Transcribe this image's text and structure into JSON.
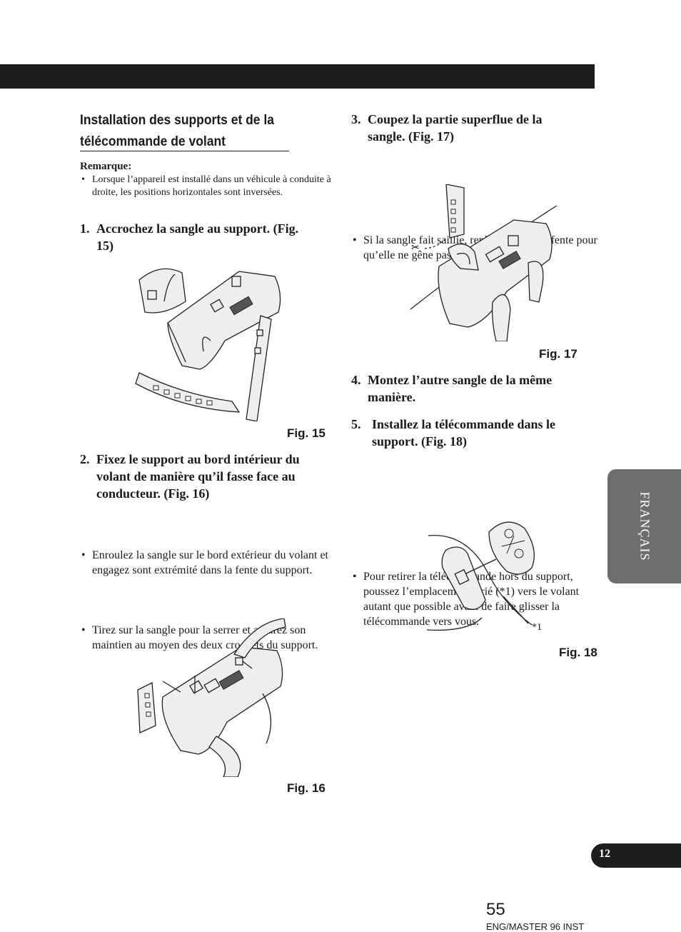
{
  "header_bar": "",
  "left": {
    "section_title": "Installation des supports et de la télécommande de volant",
    "remark_title": "Remarque:",
    "remark_bullet": "Lorsque l’appareil est installé dans un véhicule à conduite à droite, les positions horizontales sont inversées.",
    "step1_num": "1.",
    "step1_text": "Accrochez la sangle au support. (Fig. 15)",
    "fig15_label": "Fig. 15",
    "step2_num": "2.",
    "step2_text": "Fixez le support au bord intérieur du volant de manière qu’il fasse face au conducteur. (Fig. 16)",
    "step2_bullets": [
      "Enroulez la sangle sur le bord extérieur du volant et engagez sont extrémité dans la fente du support.",
      "Tirez sur la sangle pour la serrer et assurez son maintien au moyen des deux crochets du support."
    ],
    "fig16_label": "Fig. 16"
  },
  "right": {
    "step3_num": "3.",
    "step3_text": "Coupez la partie superflue de la sangle. (Fig. 17)",
    "step3_bullet": "Si la sangle fait saillie, repliez-la dans la fente pour qu’elle ne gêne pas la conduite.",
    "fig17_label": "Fig. 17",
    "step4_num": "4.",
    "step4_text": "Montez l’autre sangle de la même manière.",
    "step5_num": "5.",
    "step5_text": "Installez la télécommande dans le support. (Fig. 18)",
    "step5_bullet": "Pour retirer la télécommande hors du support, poussez  l’emplacement strié (*1) vers le volant autant que possible avant de faire glisser la télécommande vers vous.",
    "fig18_callout": "*1",
    "fig18_label": "Fig. 18"
  },
  "side_tab": "FRANÇAIS",
  "section_page": "12",
  "page_number": "55",
  "footer_code": "ENG/MASTER 96 INST"
}
